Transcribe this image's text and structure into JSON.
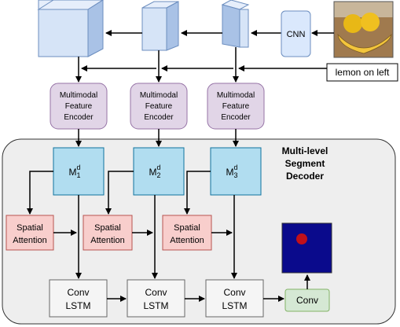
{
  "cnn_label": "CNN",
  "query_text": "lemon on left",
  "encoders": [
    {
      "line1": "Multimodal",
      "line2": "Feature",
      "line3": "Encoder"
    },
    {
      "line1": "Multimodal",
      "line2": "Feature",
      "line3": "Encoder"
    },
    {
      "line1": "Multimodal",
      "line2": "Feature",
      "line3": "Encoder"
    }
  ],
  "decoder_title": {
    "line1": "Multi-level",
    "line2": "Segment",
    "line3": "Decoder"
  },
  "memory_blocks": [
    {
      "base": "M",
      "sub": "1",
      "sup": "d"
    },
    {
      "base": "M",
      "sub": "2",
      "sup": "d"
    },
    {
      "base": "M",
      "sub": "3",
      "sup": "d"
    }
  ],
  "attention_blocks": [
    {
      "line1": "Spatial",
      "line2": "Attention"
    },
    {
      "line1": "Spatial",
      "line2": "Attention"
    },
    {
      "line1": "Spatial",
      "line2": "Attention"
    }
  ],
  "convlstm_blocks": [
    {
      "line1": "Conv",
      "line2": "LSTM"
    },
    {
      "line1": "Conv",
      "line2": "LSTM"
    },
    {
      "line1": "Conv",
      "line2": "LSTM"
    }
  ],
  "final_conv_label": "Conv",
  "colors": {
    "cube_front": "#d6e4f7",
    "cube_side": "#a9c2e6",
    "cube_top": "#e6eefb",
    "cnn_fill": "#dae8fc",
    "encoder_fill": "#e1d5e7",
    "encoder_stroke": "#9673a6",
    "memory_fill": "#b1ddf0",
    "memory_stroke": "#10739e",
    "attention_fill": "#f8cecc",
    "attention_stroke": "#b85450",
    "convlstm_fill": "#f5f5f5",
    "conv_fill": "#d5e8d4",
    "conv_stroke": "#82b366",
    "decoder_bg": "#eeeeee",
    "mask_bg": "#0a0a8c",
    "mask_blob": "#c0101a"
  }
}
